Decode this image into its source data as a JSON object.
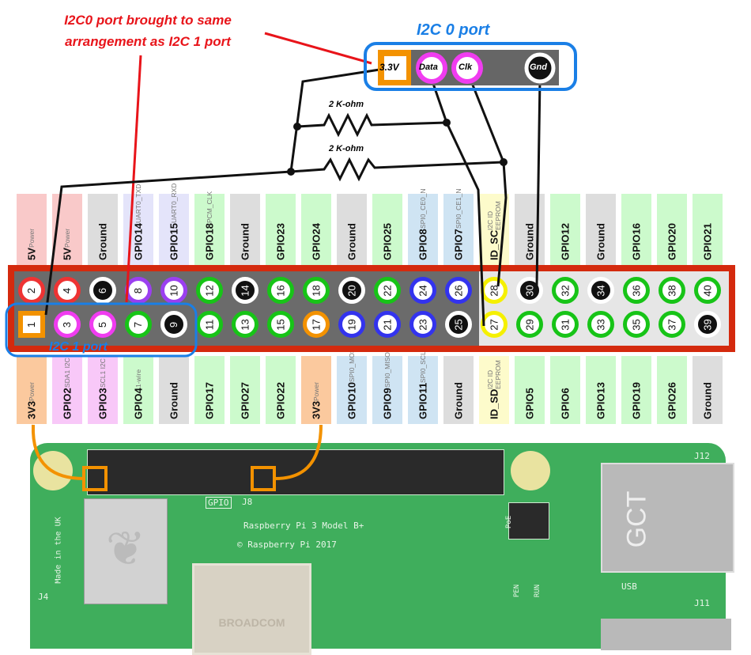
{
  "annotation": {
    "line1": "I2C0 port brought to same",
    "line2": "arrangement as I2C 1 port"
  },
  "i2c0": {
    "title": "I2C 0 port",
    "pins": [
      "3.3V",
      "Data",
      "Clk",
      "Gnd"
    ]
  },
  "i2c1": {
    "title": "I2C 1 port"
  },
  "resistors": [
    "2 K-ohm",
    "2 K-ohm"
  ],
  "colors": {
    "frame": "#d42a0e",
    "i2c_box": "#1a7fe6",
    "annotation": "#e8141a",
    "highlight": "#f39200"
  },
  "top_pins": [
    {
      "num": "2",
      "label": "5V",
      "sub": "Power",
      "ring": "#ee3333",
      "bg": "#f9c9c9"
    },
    {
      "num": "4",
      "label": "5V",
      "sub": "Power",
      "ring": "#ee3333",
      "bg": "#f9c9c9"
    },
    {
      "num": "6",
      "label": "Ground",
      "sub": "",
      "ring": "black",
      "bg": "#dddddd"
    },
    {
      "num": "8",
      "label": "GPIO14",
      "sub": "UART0_TXD",
      "ring": "#9b3ff0",
      "bg": "#e4e4fa"
    },
    {
      "num": "10",
      "label": "GPIO15",
      "sub": "UART0_RXD",
      "ring": "#9b3ff0",
      "bg": "#e4e4fa"
    },
    {
      "num": "12",
      "label": "GPIO18",
      "sub": "PCM_CLK",
      "ring": "#17c417",
      "bg": "#ccfacc"
    },
    {
      "num": "14",
      "label": "Ground",
      "sub": "",
      "ring": "black",
      "bg": "#dddddd"
    },
    {
      "num": "16",
      "label": "GPIO23",
      "sub": "",
      "ring": "#17c417",
      "bg": "#ccfacc"
    },
    {
      "num": "18",
      "label": "GPIO24",
      "sub": "",
      "ring": "#17c417",
      "bg": "#ccfacc"
    },
    {
      "num": "20",
      "label": "Ground",
      "sub": "",
      "ring": "black",
      "bg": "#dddddd"
    },
    {
      "num": "22",
      "label": "GPIO25",
      "sub": "",
      "ring": "#17c417",
      "bg": "#ccfacc"
    },
    {
      "num": "24",
      "label": "GPIO8",
      "sub": "SPI0_CE0_N",
      "ring": "#3333ee",
      "bg": "#cfe4f3"
    },
    {
      "num": "26",
      "label": "GPIO7",
      "sub": "SPI0_CE1_N",
      "ring": "#3333ee",
      "bg": "#cfe4f3"
    },
    {
      "num": "28",
      "label": "ID_SC",
      "sub": "I2C ID EEPROM",
      "ring": "#f5f000",
      "bg": "#fdfbcb"
    },
    {
      "num": "30",
      "label": "Ground",
      "sub": "",
      "ring": "black",
      "bg": "#dddddd"
    },
    {
      "num": "32",
      "label": "GPIO12",
      "sub": "",
      "ring": "#17c417",
      "bg": "#ccfacc"
    },
    {
      "num": "34",
      "label": "Ground",
      "sub": "",
      "ring": "black",
      "bg": "#dddddd"
    },
    {
      "num": "36",
      "label": "GPIO16",
      "sub": "",
      "ring": "#17c417",
      "bg": "#ccfacc"
    },
    {
      "num": "38",
      "label": "GPIO20",
      "sub": "",
      "ring": "#17c417",
      "bg": "#ccfacc"
    },
    {
      "num": "40",
      "label": "GPIO21",
      "sub": "",
      "ring": "#17c417",
      "bg": "#ccfacc"
    }
  ],
  "bottom_pins": [
    {
      "num": "1",
      "label": "3V3",
      "sub": "Power",
      "ring": "#f39200",
      "bg": "#fbc99e",
      "square": true
    },
    {
      "num": "3",
      "label": "GPIO2",
      "sub": "SDA1 I2C",
      "ring": "#f03cf0",
      "bg": "#f8c8f8"
    },
    {
      "num": "5",
      "label": "GPIO3",
      "sub": "SCL1 I2C",
      "ring": "#f03cf0",
      "bg": "#f8c8f8"
    },
    {
      "num": "7",
      "label": "GPIO4",
      "sub": "1-wire",
      "ring": "#17c417",
      "bg": "#ccfacc"
    },
    {
      "num": "9",
      "label": "Ground",
      "sub": "",
      "ring": "black",
      "bg": "#dddddd"
    },
    {
      "num": "11",
      "label": "GPIO17",
      "sub": "",
      "ring": "#17c417",
      "bg": "#ccfacc"
    },
    {
      "num": "13",
      "label": "GPIO27",
      "sub": "",
      "ring": "#17c417",
      "bg": "#ccfacc"
    },
    {
      "num": "15",
      "label": "GPIO22",
      "sub": "",
      "ring": "#17c417",
      "bg": "#ccfacc"
    },
    {
      "num": "17",
      "label": "3V3",
      "sub": "Power",
      "ring": "#f39200",
      "bg": "#fbc99e"
    },
    {
      "num": "19",
      "label": "GPIO10",
      "sub": "SPI0_MOSI",
      "ring": "#3333ee",
      "bg": "#cfe4f3"
    },
    {
      "num": "21",
      "label": "GPIO9",
      "sub": "SPI0_MISO",
      "ring": "#3333ee",
      "bg": "#cfe4f3"
    },
    {
      "num": "23",
      "label": "GPIO11",
      "sub": "SPI0_SCLK",
      "ring": "#3333ee",
      "bg": "#cfe4f3"
    },
    {
      "num": "25",
      "label": "Ground",
      "sub": "",
      "ring": "black",
      "bg": "#dddddd"
    },
    {
      "num": "27",
      "label": "ID_SD",
      "sub": "I2C ID EEPROM",
      "ring": "#f5f000",
      "bg": "#fdfbcb"
    },
    {
      "num": "29",
      "label": "GPIO5",
      "sub": "",
      "ring": "#17c417",
      "bg": "#ccfacc"
    },
    {
      "num": "31",
      "label": "GPIO6",
      "sub": "",
      "ring": "#17c417",
      "bg": "#ccfacc"
    },
    {
      "num": "33",
      "label": "GPIO13",
      "sub": "",
      "ring": "#17c417",
      "bg": "#ccfacc"
    },
    {
      "num": "35",
      "label": "GPIO19",
      "sub": "",
      "ring": "#17c417",
      "bg": "#ccfacc"
    },
    {
      "num": "37",
      "label": "GPIO26",
      "sub": "",
      "ring": "#17c417",
      "bg": "#ccfacc"
    },
    {
      "num": "39",
      "label": "Ground",
      "sub": "",
      "ring": "black",
      "bg": "#dddddd"
    }
  ],
  "board": {
    "gpio": "GPIO",
    "j8": "J8",
    "model": "Raspberry Pi 3 Model B+",
    "copyright": "© Raspberry Pi 2017",
    "made": "Made in the UK",
    "j4": "J4",
    "chip": "BROADCOM",
    "poe": "PoE",
    "pen": "PEN",
    "run": "RUN",
    "gct": "GCT",
    "usb": "USB",
    "j12": "J12",
    "j11": "J11"
  }
}
